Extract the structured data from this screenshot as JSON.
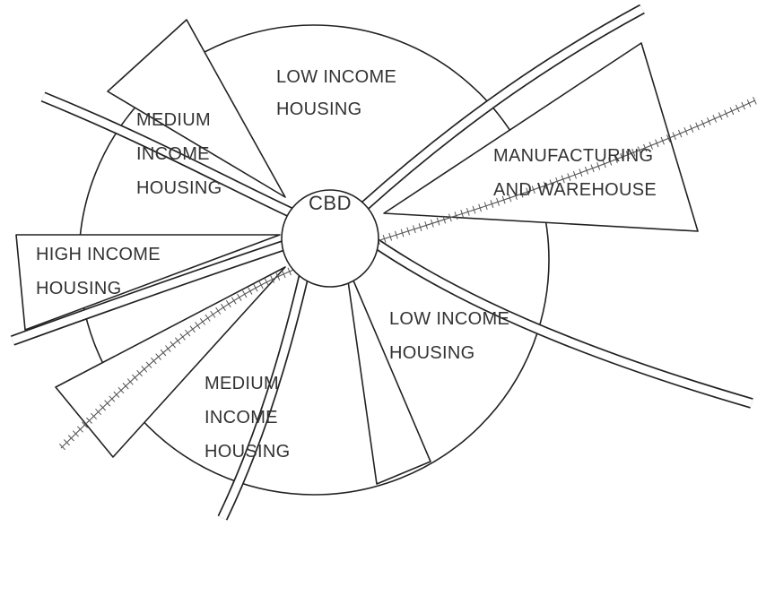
{
  "zones": {
    "cbd": "CBD",
    "low_income_north": [
      "LOW INCOME",
      "HOUSING"
    ],
    "medium_income_nw": [
      "MEDIUM",
      "INCOME",
      "HOUSING"
    ],
    "high_income_west": [
      "HIGH INCOME",
      "HOUSING"
    ],
    "medium_income_south": [
      "MEDIUM",
      "INCOME",
      "HOUSING"
    ],
    "low_income_southeast": [
      "LOW INCOME",
      "HOUSING"
    ],
    "manufacturing_east": [
      "MANUFACTURING",
      "AND WAREHOUSE"
    ]
  },
  "colors": {
    "line": "#222222",
    "text": "#333333",
    "railroad": "#555555",
    "background": "#ffffff"
  }
}
